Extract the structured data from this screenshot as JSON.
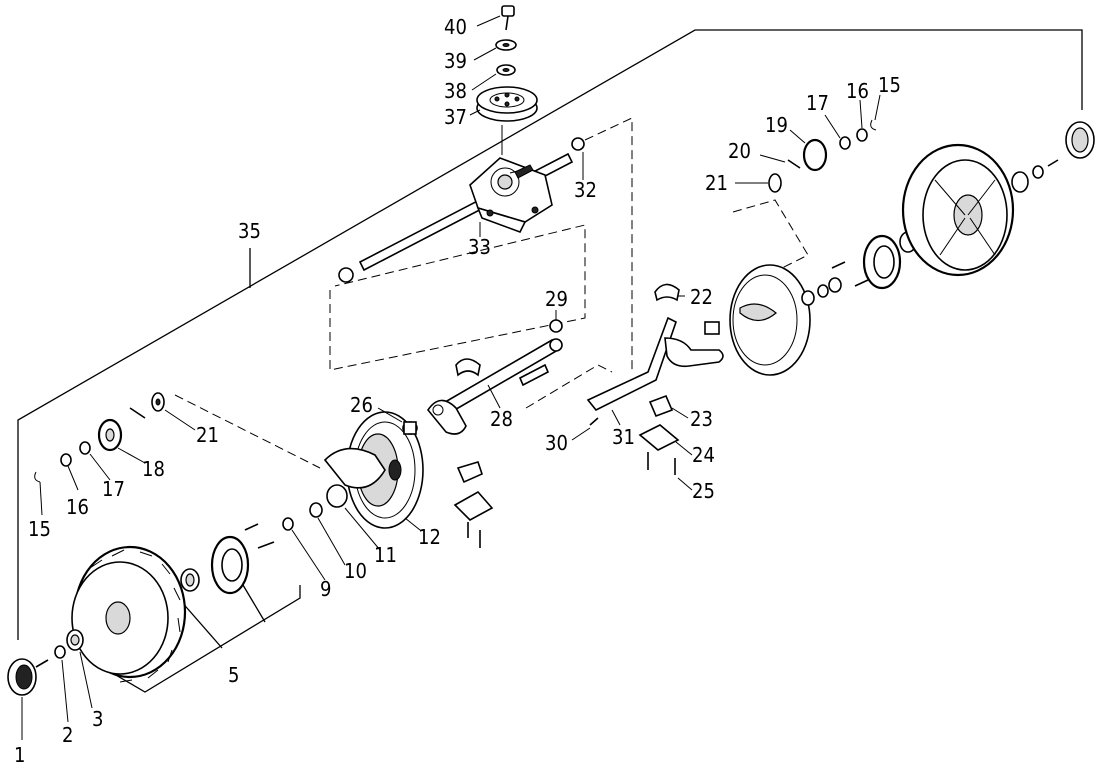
{
  "callouts": [
    {
      "n": "40"
    },
    {
      "n": "39"
    },
    {
      "n": "38"
    },
    {
      "n": "37"
    },
    {
      "n": "35"
    },
    {
      "n": "32"
    },
    {
      "n": "33"
    },
    {
      "n": "29"
    },
    {
      "n": "28"
    },
    {
      "n": "26"
    },
    {
      "n": "22"
    },
    {
      "n": "23"
    },
    {
      "n": "24"
    },
    {
      "n": "25"
    },
    {
      "n": "30"
    },
    {
      "n": "31"
    },
    {
      "n": "21"
    },
    {
      "n": "20"
    },
    {
      "n": "19"
    },
    {
      "n": "17"
    },
    {
      "n": "16"
    },
    {
      "n": "15"
    },
    {
      "n": "21"
    },
    {
      "n": "18"
    },
    {
      "n": "17"
    },
    {
      "n": "16"
    },
    {
      "n": "15"
    },
    {
      "n": "12"
    },
    {
      "n": "11"
    },
    {
      "n": "10"
    },
    {
      "n": "9"
    },
    {
      "n": "5"
    },
    {
      "n": "3"
    },
    {
      "n": "2"
    },
    {
      "n": "1"
    }
  ]
}
